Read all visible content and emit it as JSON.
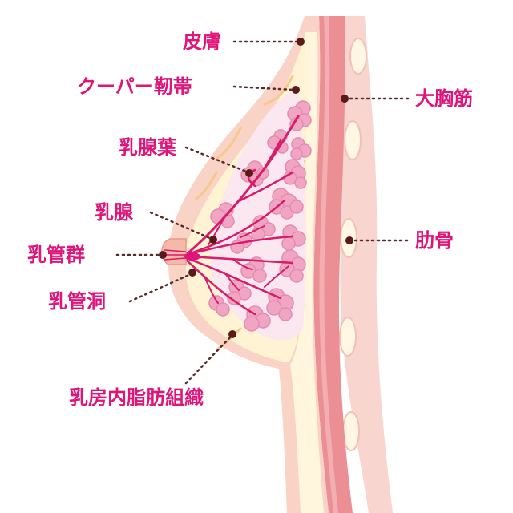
{
  "labels": {
    "skin": "皮膚",
    "cooper": "クーパー靭帯",
    "lobe": "乳腺葉",
    "gland": "乳腺",
    "ducts": "乳管群",
    "sinus": "乳管洞",
    "fat": "乳房内脂肪組織",
    "pectoralis": "大胸筋",
    "rib": "肋骨"
  },
  "colors": {
    "label": "#e0157a",
    "leader": "#5a2a2a",
    "skin_fill": "#f9d3c6",
    "fat_fill": "#fff3d4",
    "muscle_fill": "#ec8f95",
    "rib_fill": "#f8d5cf",
    "gland_fill": "#f0a6c3",
    "duct_fill": "#d81b6a"
  }
}
